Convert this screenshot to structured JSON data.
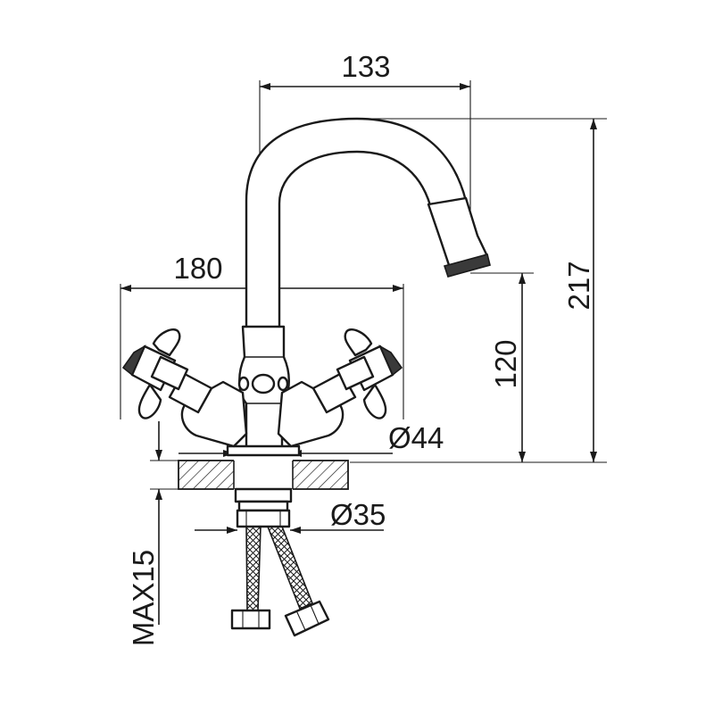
{
  "dimensions": {
    "spout_reach": "133",
    "overall_height": "217",
    "handle_span": "180",
    "outlet_height": "120",
    "base_diameter": "Ø44",
    "shank_diameter": "Ø35",
    "max_deck_thickness": "MAX15"
  }
}
